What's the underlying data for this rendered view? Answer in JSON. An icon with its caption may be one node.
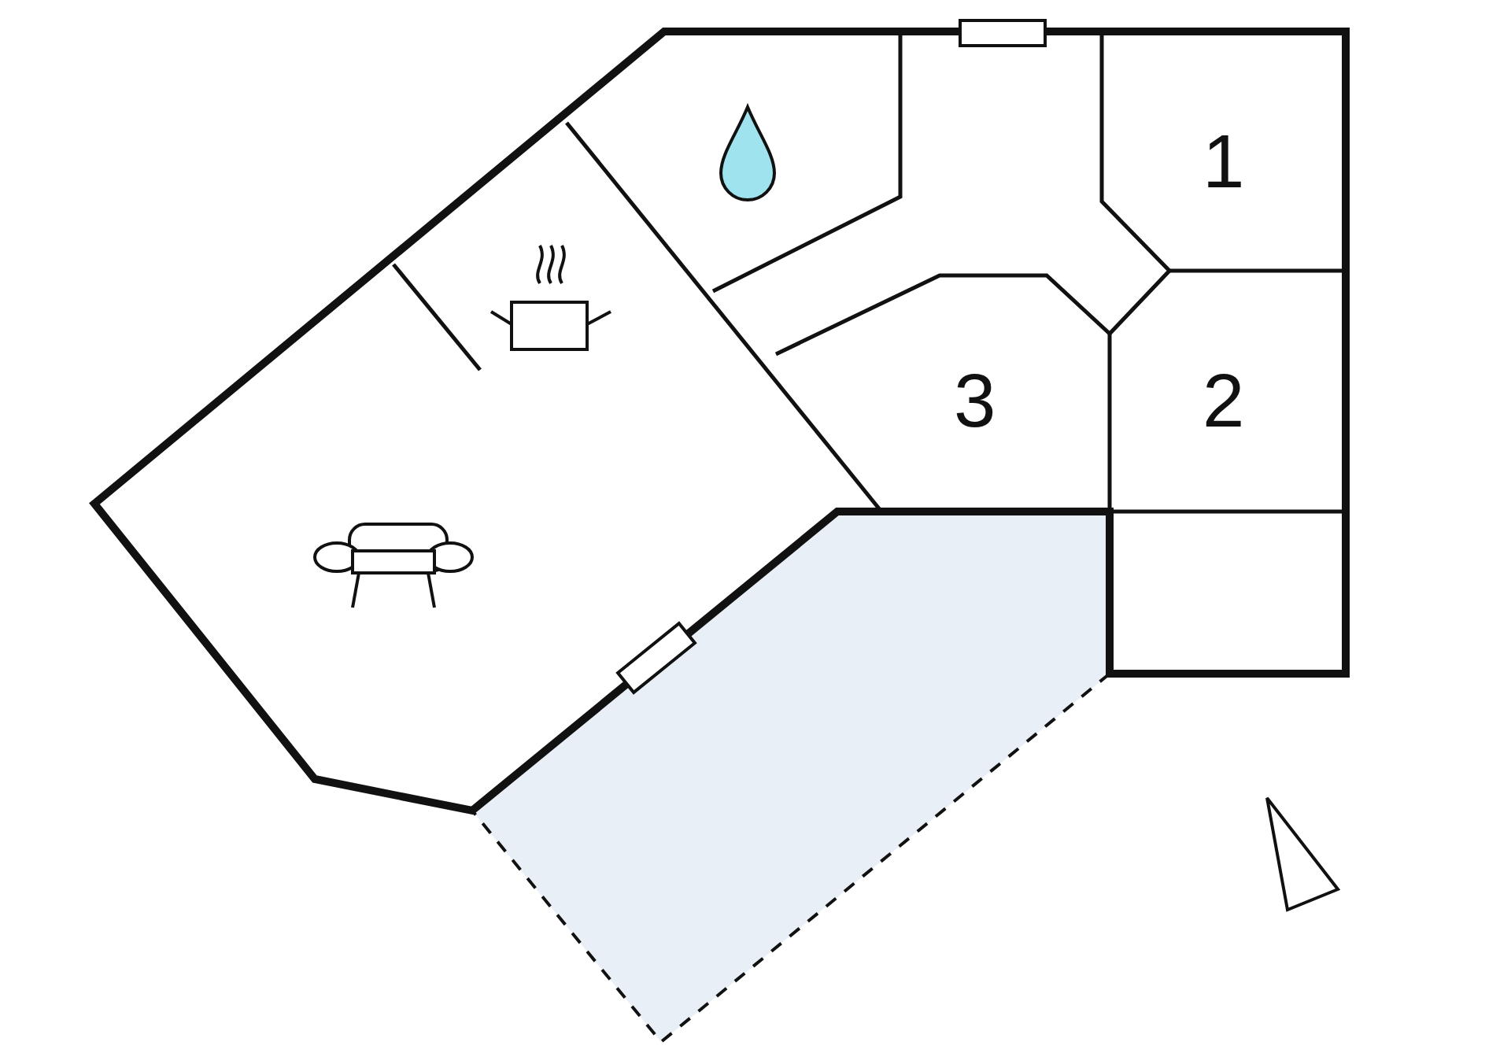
{
  "diagram": {
    "labels": [
      "1",
      "3",
      "2"
    ]
  }
}
